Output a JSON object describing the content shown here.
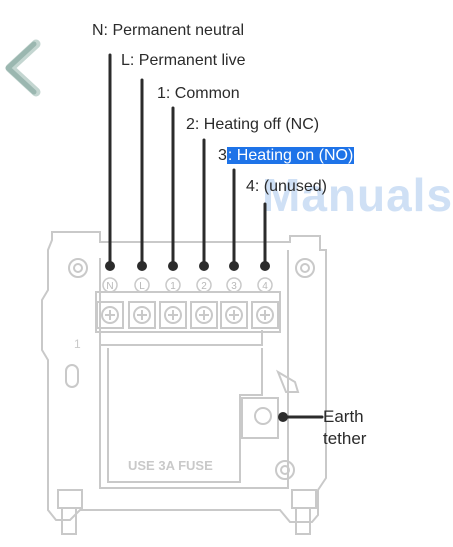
{
  "navigation": {
    "back_icon": "chevron-left-icon"
  },
  "labels": {
    "n": "N: Permanent neutral",
    "l": "L: Permanent live",
    "common": "1: Common",
    "heat_off": "2: Heating off (NC)",
    "heat_on_prefix": "3",
    "heat_on_highlight": ": Heating on (NO)",
    "unused": "4: (unused)"
  },
  "earth": {
    "line1": "Earth",
    "line2": "tether"
  },
  "watermark": "Manuals",
  "backplate": {
    "terminals": [
      "N",
      "L",
      "1",
      "2",
      "3",
      "4"
    ],
    "fuse_text": "USE  3A  FUSE",
    "left_marker": "1"
  },
  "colors": {
    "leader": "#2b2b2b",
    "highlight": "#1e73e8",
    "plate_stroke": "#c9c9c9",
    "arrow": "#9bb7b0"
  }
}
